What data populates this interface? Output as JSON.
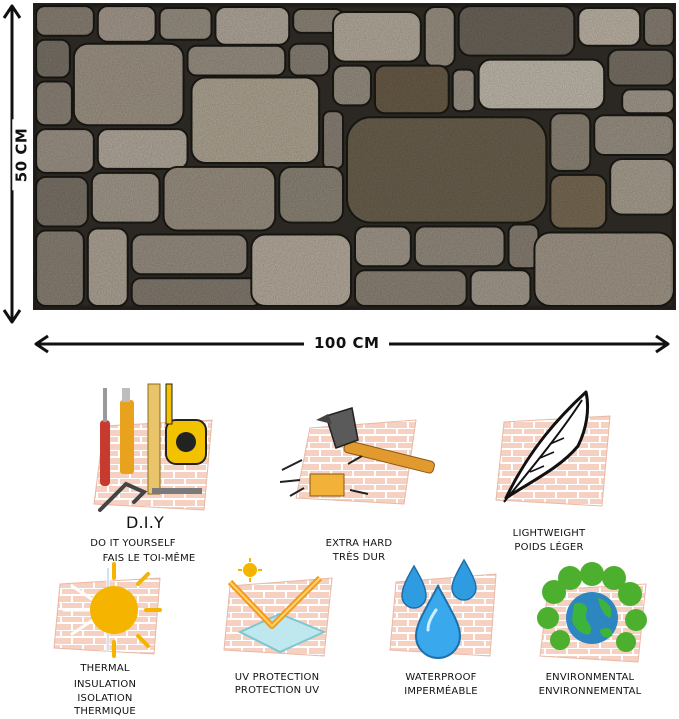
{
  "dimensions": {
    "height_label": "50 CM",
    "width_label": "100 CM"
  },
  "features": {
    "diy": {
      "title": "D.I.Y",
      "line1": "DO IT YOURSELF",
      "line2": "FAIS LE TOI-MÊME"
    },
    "hard": {
      "line1": "EXTRA HARD",
      "line2": "TRÈS DUR"
    },
    "light": {
      "line1": "LIGHTWEIGHT",
      "line2": "POIDS LÉGER"
    },
    "thermal": {
      "line1": "THERMAL",
      "line2": "INSULATION",
      "line3": "ISOLATION",
      "line4": "THERMIQUE"
    },
    "uv": {
      "line1": "UV PROTECTION",
      "line2": "PROTECTION UV"
    },
    "water": {
      "line1": "WATERPROOF",
      "line2": "IMPERMÉABLE"
    },
    "eco": {
      "line1": "ENVIRONMENTAL",
      "line2": "ENVIRONNEMENTAL"
    }
  },
  "colors": {
    "brick_tile": "#f6d0c0",
    "mortar": "#ffffff",
    "stone_dark": "#2e2a25",
    "arrow": "#111111"
  }
}
